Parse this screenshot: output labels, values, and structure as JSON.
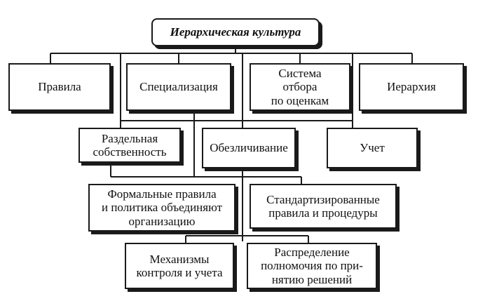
{
  "diagram": {
    "root": "Иерархическая культура",
    "level1": [
      "Правила",
      "Специализация",
      "Система\nотбора\nпо оценкам",
      "Иерархия"
    ],
    "level2": [
      "Раздельная\nсобственность",
      "Обезличивание",
      "Учет"
    ],
    "level3": [
      "Формальные правила\nи политика объединяют\nорганизацию",
      "Стандартизированные\nправила и процедуры"
    ],
    "level4": [
      "Механизмы\nконтроля и учета",
      "Распределение\nполномочия по при-\nнятию решений"
    ]
  },
  "colors": {
    "line": "#1a1a1a",
    "background": "#ffffff",
    "text": "#111111"
  }
}
